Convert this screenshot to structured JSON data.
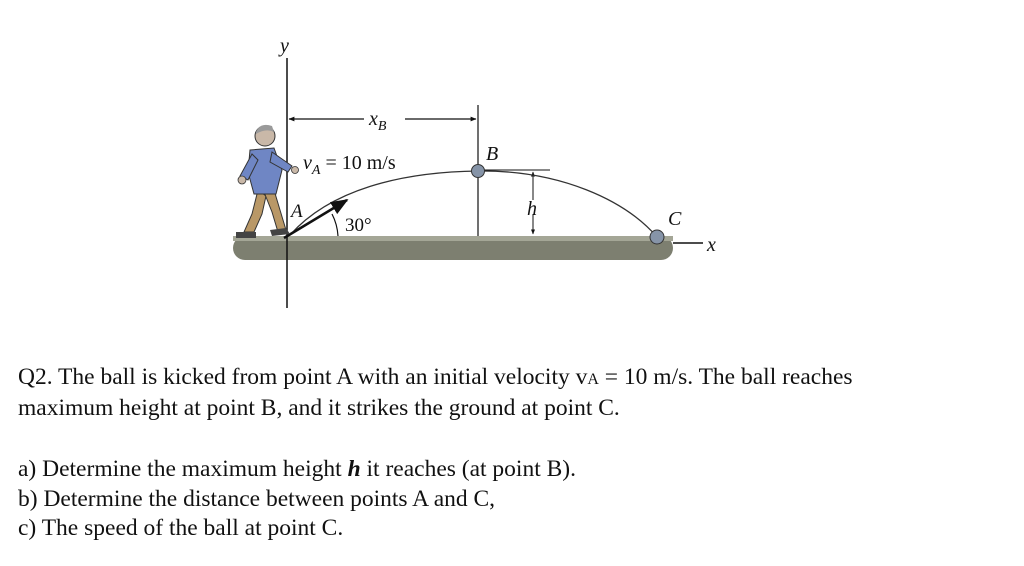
{
  "figure": {
    "labels": {
      "y_axis": "y",
      "x_axis": "x",
      "xb_main": "x",
      "xb_sub": "B",
      "point_a": "A",
      "point_b": "B",
      "point_c": "C",
      "height": "h",
      "velocity_main": "v",
      "velocity_sub": "A",
      "velocity_value": " = 10 m/s",
      "angle": "30°"
    },
    "colors": {
      "ground": "#7d7f70",
      "ball": "#8694a8",
      "shirt": "#6f86c4",
      "pants": "#b99867"
    }
  },
  "question": {
    "q_lead": "Q2. The ball is kicked from point A with an initial velocity v",
    "q_sub": "A",
    "q_rest": " = 10 m/s. The ball reaches",
    "q_line2": "maximum height at point B, and it strikes the ground at point C."
  },
  "parts": {
    "a_pre": "a) Determine the maximum height ",
    "a_var": "h",
    "a_post": " it reaches (at point B).",
    "b": "b) Determine the distance between points A and C,",
    "c": "c) The speed of the ball at point C."
  }
}
